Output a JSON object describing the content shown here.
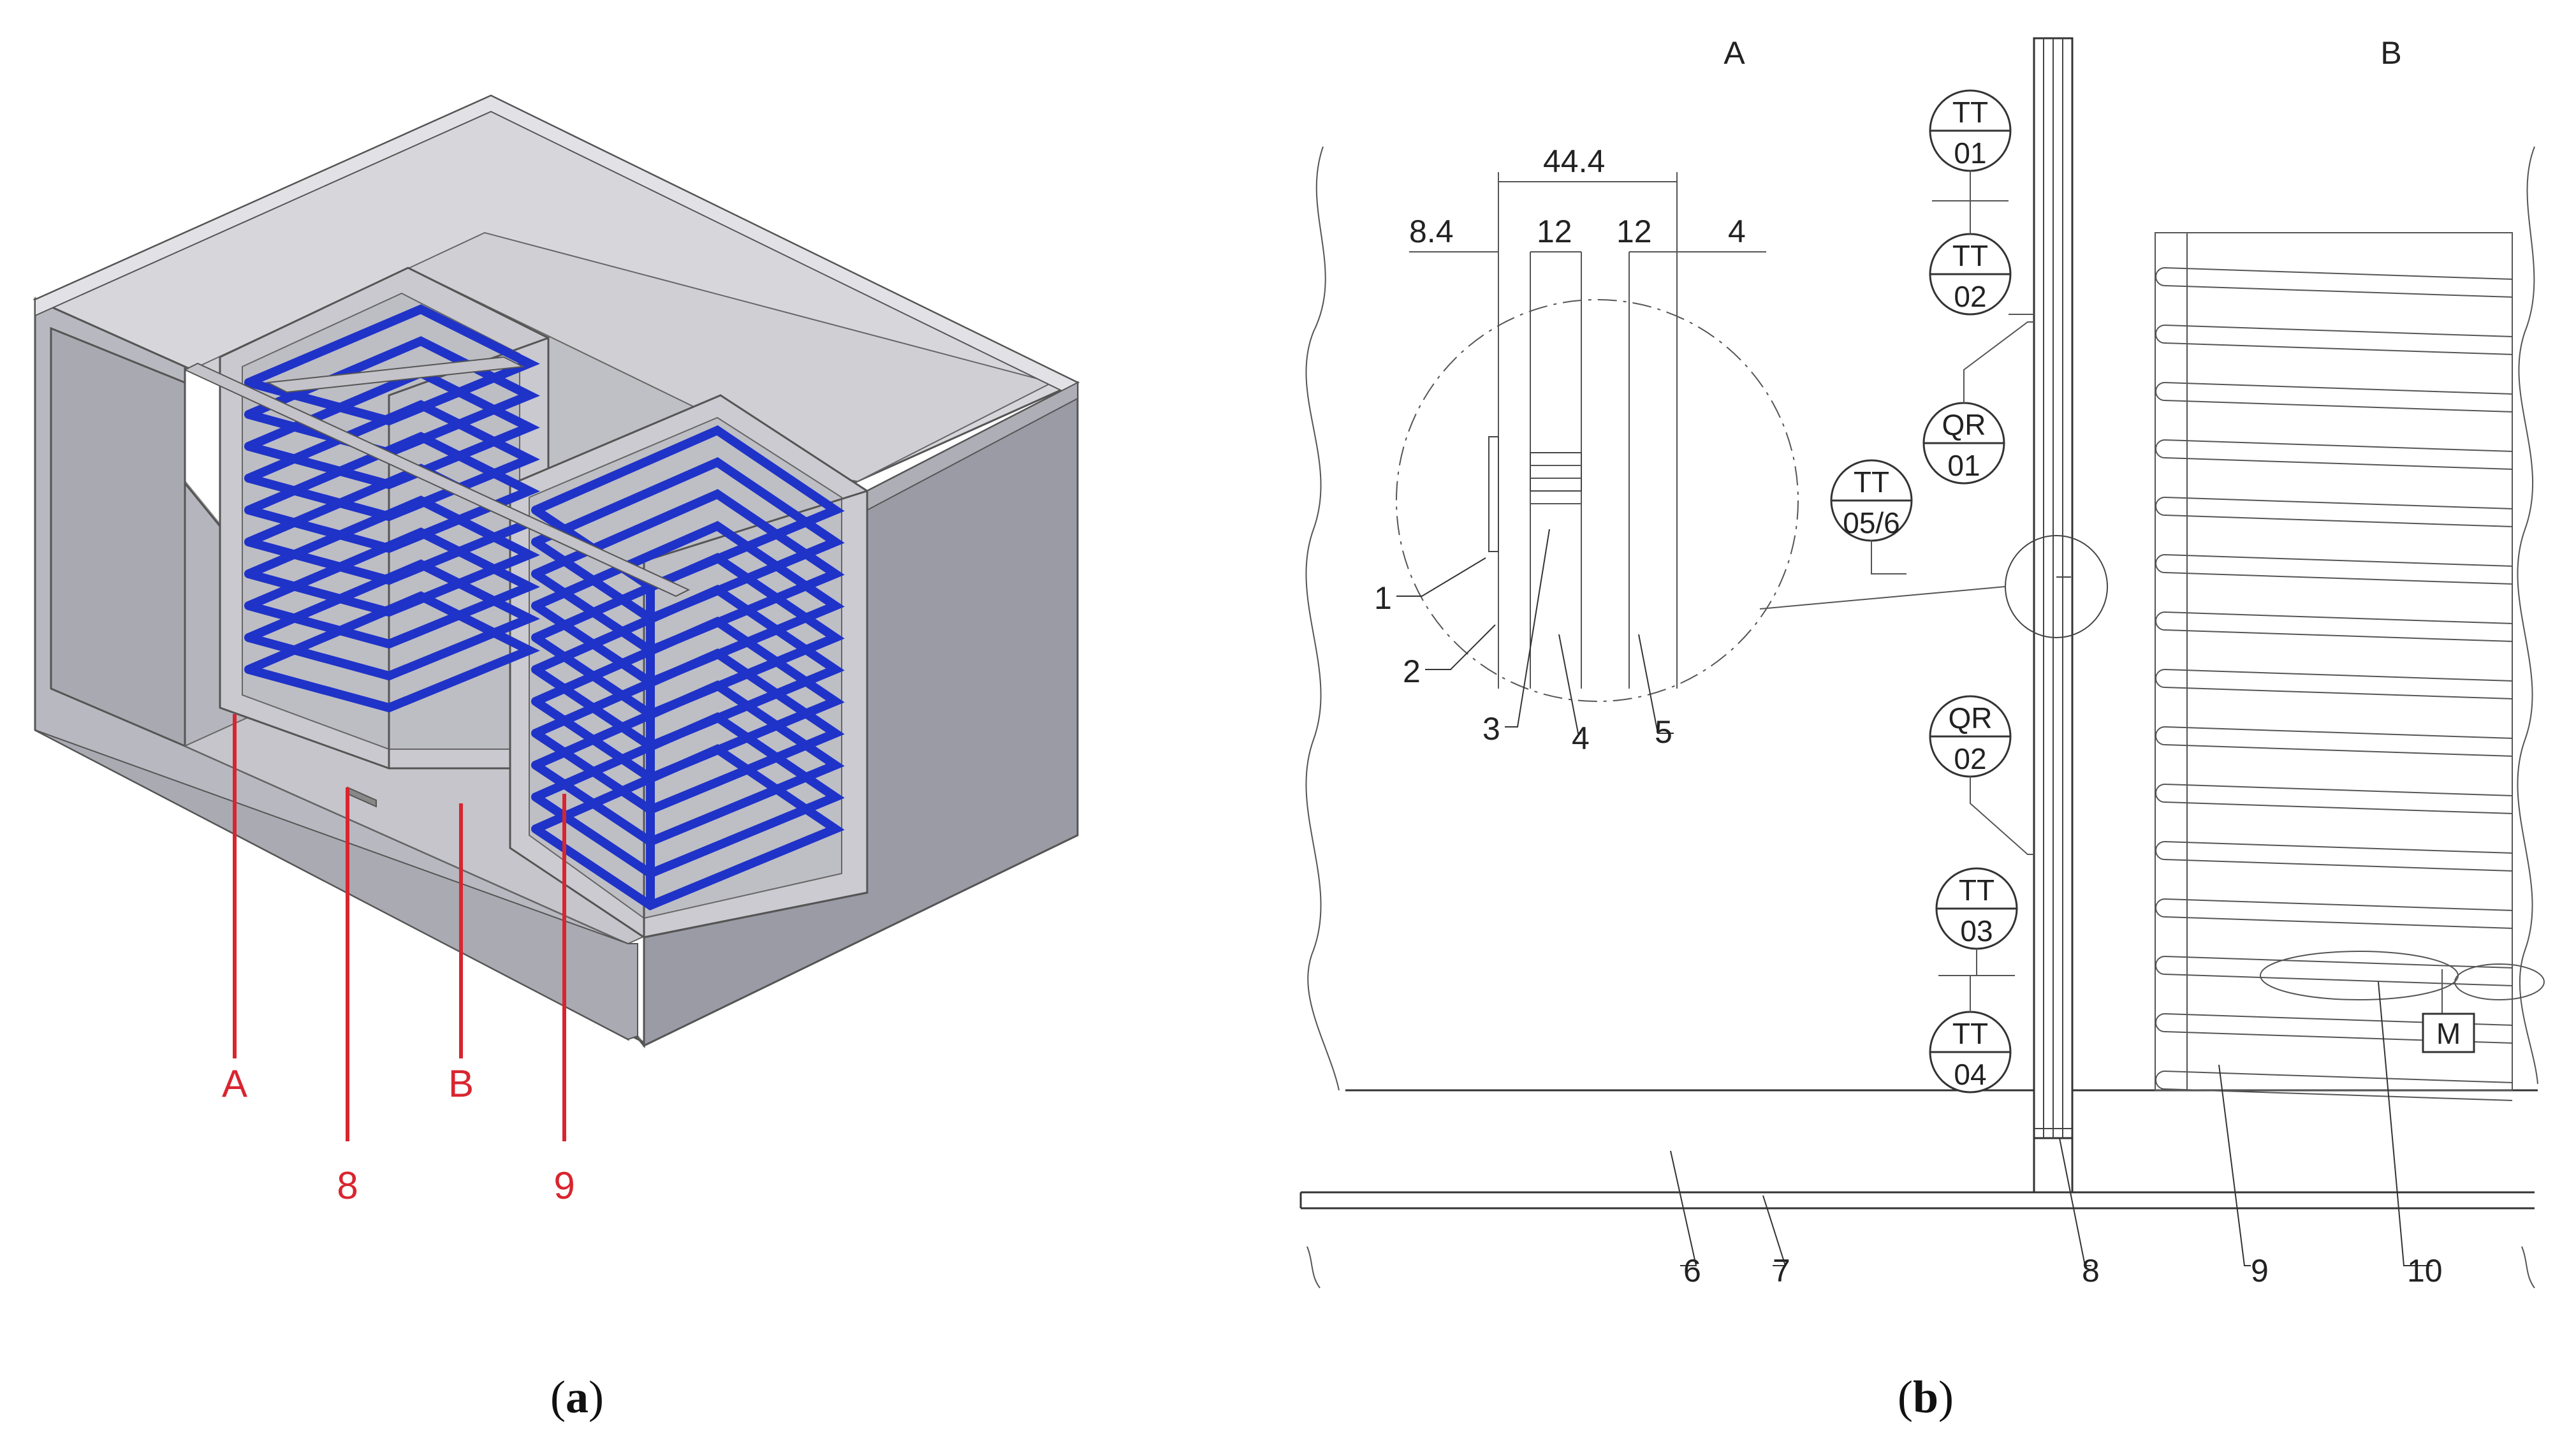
{
  "panel_a": {
    "labels": {
      "A": "A",
      "B": "B",
      "n8": "8",
      "n9": "9"
    },
    "caption_letter": "a",
    "colors": {
      "pipe": "#1f33c8",
      "leader": "#d9252f",
      "wall": "#b9b9c1",
      "wall_dark": "#8f8f99",
      "roof": "#d6d6da"
    }
  },
  "panel_b": {
    "zones": {
      "A": "A",
      "B": "B"
    },
    "dimensions": {
      "total": "44.4",
      "d1": "8.4",
      "d2": "12",
      "d3": "12",
      "d4": "4"
    },
    "sensors": [
      {
        "top": "TT",
        "bottom": "01"
      },
      {
        "top": "TT",
        "bottom": "02"
      },
      {
        "top": "QR",
        "bottom": "01"
      },
      {
        "top": "TT",
        "bottom": "05/6"
      },
      {
        "top": "QR",
        "bottom": "02"
      },
      {
        "top": "TT",
        "bottom": "03"
      },
      {
        "top": "TT",
        "bottom": "04"
      }
    ],
    "motor": "M",
    "callouts": [
      "1",
      "2",
      "3",
      "4",
      "5",
      "6",
      "7",
      "8",
      "9",
      "10"
    ],
    "caption_letter": "b"
  },
  "caption_parens": {
    "open": "(",
    "close": ")"
  }
}
